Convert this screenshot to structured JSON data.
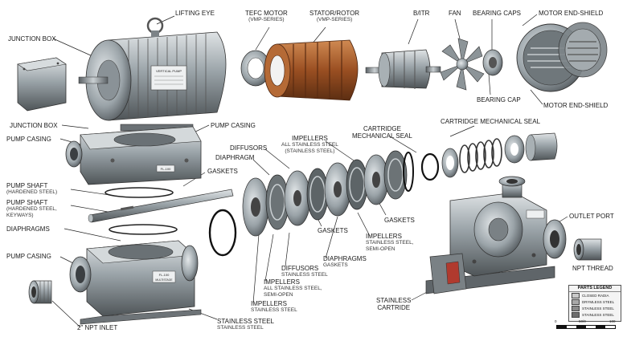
{
  "labels": {
    "lifting_eye": "LIFTING EYE",
    "tefc_motor": "TEFC MOTOR",
    "tefc_motor_sub": "(VMP-SERIES)",
    "stator_rotor": "STATOR/ROTOR",
    "stator_rotor_sub": "(VMP-SERIES)",
    "bitr": "B/ITR",
    "fan": "FAN",
    "bearing_caps": "BEARING CAPS",
    "motor_end_shield_top": "MOTOR END-SHIELD",
    "junction_box_top": "JUNCTION BOX",
    "junction_box_mid": "JUNCTION BOX",
    "bearing_cap": "BEARING CAP",
    "motor_end_shield_right": "MOTOR END-SHIELD",
    "pump_casing_top": "PUMP CASING",
    "pump_casing_left": "PUMP CASING",
    "cartridge_seal_top": "CARTRIDGE MECHANICAL SEAL",
    "cartridge_seal_left_1": "CARTRIDGE",
    "cartridge_seal_left_2": "MECHANICAL SEAL",
    "impellers_top": "IMPELLERS",
    "impellers_top_sub1": "ALL STAINLESS STEEL",
    "impellers_top_sub2": "(STAINLESS STEEL)",
    "diffusors_top": "DIFFUSORS",
    "diaphragm": "DIAPHRAGM",
    "gaskets_top": "GASKETS",
    "pump_shaft_1": "PUMP SHAFT",
    "pump_shaft_1_sub": "(HARDENED STEEL)",
    "pump_shaft_2": "PUMP SHAFT",
    "pump_shaft_2_sub1": "(HARDENED STEEL,",
    "pump_shaft_2_sub2": "KEYWAYS)",
    "diaphragms_left": "DIAPHRAGMS",
    "pump_casing_bottom": "PUMP CASING",
    "gaskets_right": "GASKETS",
    "gaskets_mid": "GASKETS",
    "impellers_mid": "IMPELLERS",
    "impellers_mid_sub1": "STAINLESS STEEL,",
    "impellers_mid_sub2": "SEMI-OPEN",
    "diaphragms_mid": "DIAPHRAGMS",
    "diaphragms_mid_sub": "GASKETS",
    "diffusors_mid": "DIFFUSORS",
    "diffusors_mid_sub": "STAINLESS STEEL",
    "impellers_low": "IMPELLERS",
    "impellers_low_sub1": "ALL STAINLESS STEEL,",
    "impellers_low_sub2": "SEMI-OPEN",
    "impellers_bottom": "IMPELLERS",
    "impellers_bottom_sub": "STAINLESS STEEL",
    "outlet_port": "OUTLET PORT",
    "npt_thread": "NPT THREAD",
    "stainless_cartridge_1": "STAINLESS",
    "stainless_cartridge_2": "CARTRIDE",
    "npt_inlet": "2\" NPT INLET",
    "stainless_steel": "STAINLESS STEEL",
    "stainless_steel_sub": "STAINLESS STEEL"
  },
  "nameplates": {
    "motor": "VERTICAL PUMP",
    "casing_top": "FL-100",
    "casing_bottom": "FL-100",
    "casing_bottom_sub": "MULTISTAGE"
  },
  "legend": {
    "title": "PARTS LEGEND",
    "items": [
      {
        "label": "CLOSED RADIA",
        "color": "#c9c9c9"
      },
      {
        "label": "DRYMLESS STEEL",
        "color": "#a9a9a9"
      },
      {
        "label": "STAINLESS STEEL",
        "color": "#8a8a8a"
      },
      {
        "label": "STAINLESS STEEL",
        "color": "#6d6d6d"
      }
    ]
  },
  "scale_bar": {
    "ticks": [
      "0",
      "50/0",
      "100"
    ]
  },
  "colors": {
    "metal": "#9aa3a8",
    "metal_dark": "#5e6468",
    "copper": "#a25a2a",
    "ink": "#1a1a1a"
  }
}
